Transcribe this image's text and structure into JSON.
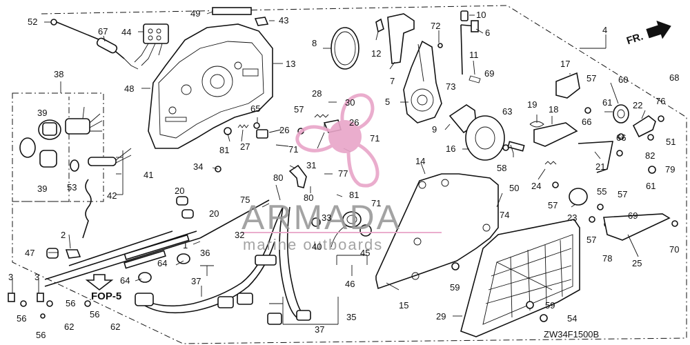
{
  "diagram": {
    "diagram_code": "ZW34F1500B",
    "direction_label": "FR.",
    "reference_label": "FOP-5",
    "watermark": {
      "title": "ARMADA",
      "subtitle": "marine outboards"
    },
    "callouts": {
      "c1": "1",
      "c2": "2",
      "c3a": "3",
      "c3b": "3",
      "c4": "4",
      "c5": "5",
      "c6": "6",
      "c7": "7",
      "c8": "8",
      "c9": "9",
      "c10": "10",
      "c11": "11",
      "c12": "12",
      "c13": "13",
      "c14": "14",
      "c15": "15",
      "c16": "16",
      "c17": "17",
      "c18": "18",
      "c19": "19",
      "c20a": "20",
      "c20b": "20",
      "c21": "21",
      "c22": "22",
      "c23": "23",
      "c24": "24",
      "c25": "25",
      "c26a": "26",
      "c26b": "26",
      "c27": "27",
      "c28": "28",
      "c29": "29",
      "c30": "30",
      "c31": "31",
      "c32": "32",
      "c33": "33",
      "c34": "34",
      "c35": "35",
      "c36": "36",
      "c37a": "37",
      "c37b": "37",
      "c38": "38",
      "c39a": "39",
      "c39b": "39",
      "c40": "40",
      "c41": "41",
      "c42": "42",
      "c43": "43",
      "c44": "44",
      "c45": "45",
      "c46": "46",
      "c47": "47",
      "c48": "48",
      "c49": "49",
      "c50": "50",
      "c51": "51",
      "c52": "52",
      "c53": "53",
      "c54": "54",
      "c55": "55",
      "c56a": "56",
      "c56b": "56",
      "c56c": "56",
      "c56d": "56",
      "c56e": "56",
      "c57a": "57",
      "c57b": "57",
      "c57c": "57",
      "c57d": "57",
      "c57e": "57",
      "c58": "58",
      "c59a": "59",
      "c59b": "59",
      "c60": "60",
      "c61a": "61",
      "c61b": "61",
      "c62a": "62",
      "c62b": "62",
      "c63": "63",
      "c64a": "64",
      "c64b": "64",
      "c65": "65",
      "c66a": "66",
      "c66b": "66",
      "c67": "67",
      "c68": "68",
      "c69a": "69",
      "c69b": "69",
      "c70": "70",
      "c71a": "71",
      "c71b": "71",
      "c71c": "71",
      "c72": "72",
      "c73": "73",
      "c74": "74",
      "c75": "75",
      "c76": "76",
      "c77": "77",
      "c78": "78",
      "c79": "79",
      "c80a": "80",
      "c80b": "80",
      "c81a": "81",
      "c81b": "81",
      "c82": "82"
    }
  }
}
